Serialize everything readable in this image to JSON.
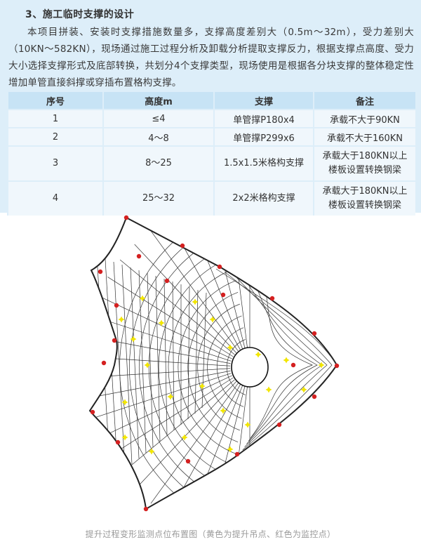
{
  "section": {
    "heading": "3、施工临时支撑的设计",
    "paragraph": "本项目拼装、安装时支撑措施数量多，支撑高度差别大（0.5m～32m），受力差别大（10KN～582KN），现场通过施工过程分析及卸载分析提取支撑反力，根据支撑点高度、受力大小选择支撑形式及底部转换，共划分4个支撑类型，现场使用是根据各分块支撑的整体稳定性增加单管直接斜撑或穿插布置格构支撑。"
  },
  "table": {
    "headers": [
      "序号",
      "高度m",
      "支撑",
      "备注"
    ],
    "rows": [
      {
        "no": "1",
        "height": "≤4",
        "support": "单管撑P180x4",
        "note1": "承载不大于90KN",
        "note2": ""
      },
      {
        "no": "2",
        "height": "4～8",
        "support": "单管撑P299x6",
        "note1": "承载不大于160KN",
        "note2": ""
      },
      {
        "no": "3",
        "height": "8～25",
        "support": "1.5x1.5米格构支撑",
        "note1": "承载大于180KN以上",
        "note2": "楼板设置转换钢梁"
      },
      {
        "no": "4",
        "height": "25～32",
        "support": "2x2米格构支撑",
        "note1": "承载大于180KN以上",
        "note2": "楼板设置转换钢梁"
      }
    ]
  },
  "figure": {
    "colors": {
      "lift": "#f2e600",
      "monitor": "#d42020",
      "mesh": "#222222"
    }
  },
  "caption": "提升过程变形监测点位布置图（黄色为提升吊点、红色为监控点）"
}
